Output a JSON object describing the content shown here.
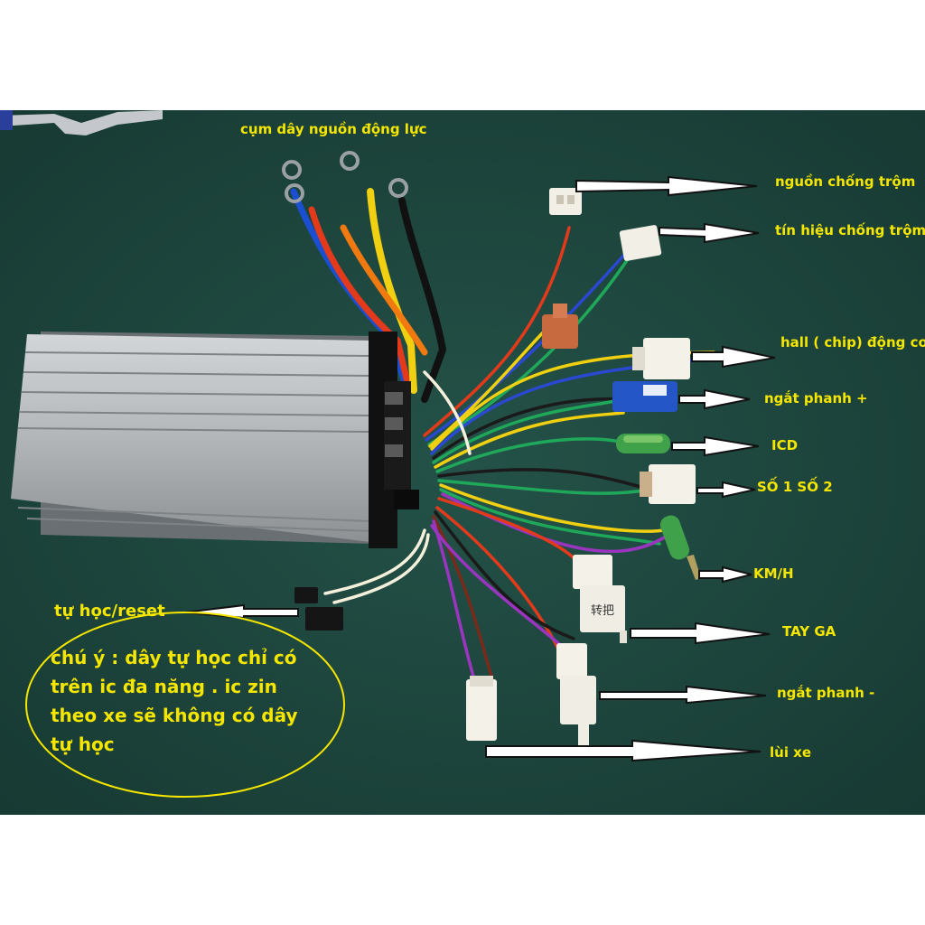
{
  "labels": {
    "power_bundle": "cụm dây nguồn động lực",
    "anti_theft_power": "nguồn chống trộm",
    "anti_theft_signal": "tín hiệu chống trộm",
    "hall": "hall ( chip) động cơ",
    "brake_plus": "ngắt phanh +",
    "icd": "ICD",
    "gear": "SỐ 1 SỐ 2",
    "kmh": "KM/H",
    "throttle": "TAY GA",
    "brake_minus": "ngắt phanh -",
    "reverse": "lùi xe",
    "self_learn": "tự học/reset"
  },
  "note": {
    "lines": [
      "chú ý : dây tự học chỉ có",
      "trên ic đa năng . ic zin",
      "theo xe sẽ không có dây",
      "tự học"
    ]
  },
  "connector_marking": "转把",
  "colors": {
    "background": "#1f4a43",
    "label": "#f5e600",
    "housing": "#b8bcbf",
    "arrow_fill": "#ffffff",
    "arrow_stroke": "#111111"
  }
}
